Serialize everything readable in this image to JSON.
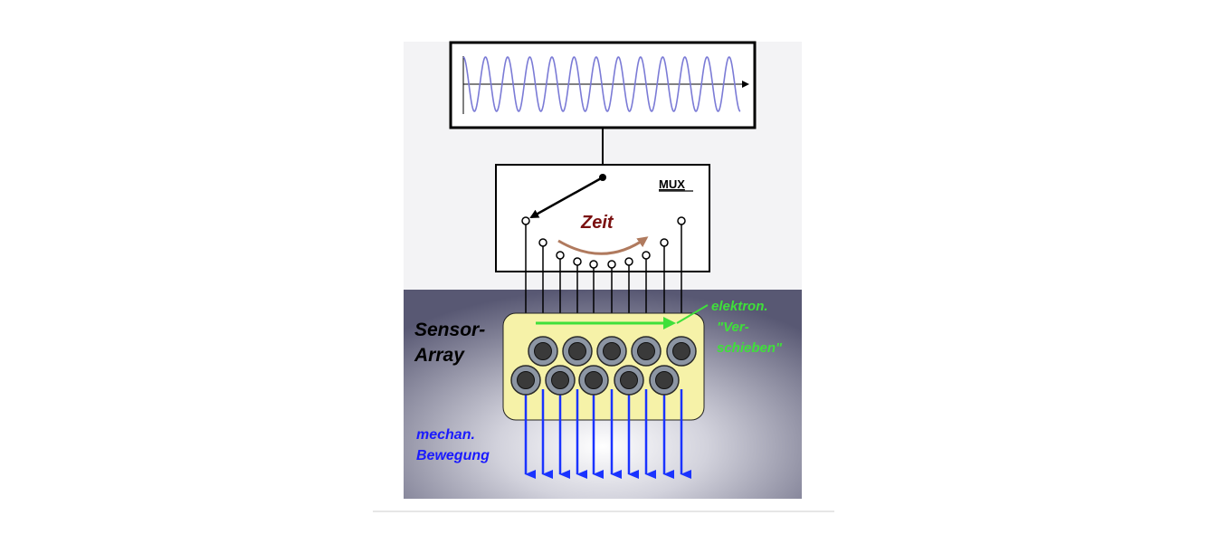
{
  "mux": {
    "label": "MUX"
  },
  "time": {
    "label": "Zeit"
  },
  "sensor_array": {
    "label_line1": "Sensor-",
    "label_line2": "Array"
  },
  "electronic_shift": {
    "line1": "elektron.",
    "line2": "\"Ver-",
    "line3": "schieben\""
  },
  "mechanical_motion": {
    "line1": "mechan.",
    "line2": "Bewegung"
  },
  "colors": {
    "waveform": "#7b7bd6",
    "time_arrow": "#b07a5e",
    "shift_arrow": "#3fe03a",
    "motion_arrows": "#1a33ff",
    "chip": "#f6f2a8"
  }
}
